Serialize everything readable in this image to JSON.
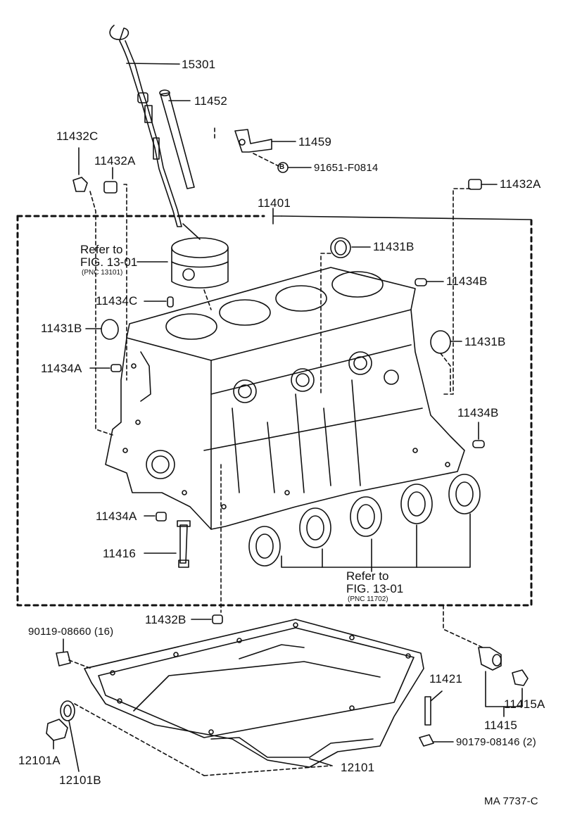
{
  "labels": {
    "dipstick": "15301",
    "guide": "11452",
    "bracket": "11459",
    "bolt_b": "91651-F0814",
    "bolt_b_mark": "B",
    "plug_c": "11432C",
    "plug_a_left": "11432A",
    "plug_a_right": "11432A",
    "block_assy": "11401",
    "plug_b_top": "11431B",
    "pin_b_right": "11434B",
    "pin_c": "11434C",
    "plug_b_left": "11431B",
    "plug_b_right": "11431B",
    "pin_a_left": "11434A",
    "pin_b_lower": "11434B",
    "pin_a_lower": "11434A",
    "stud": "11416",
    "plug_b_bottom": "11432B",
    "bolt_pan": "90119-08660 (16)",
    "stud_pan": "11421",
    "drain_plug_assy": "11415A",
    "drain_set": "11415",
    "nut_pan": "90179-08146 (2)",
    "oil_pan": "12101",
    "drain_plug": "12101A",
    "gasket": "12101B",
    "code": "MA 7737-C"
  },
  "refs": {
    "piston": {
      "line1": "Refer to",
      "line2": "FIG. 13-01",
      "pnc": "(PNC 13101)"
    },
    "bearing": {
      "line1": "Refer to",
      "line2": "FIG. 13-01",
      "pnc": "(PNC 11702)"
    }
  }
}
